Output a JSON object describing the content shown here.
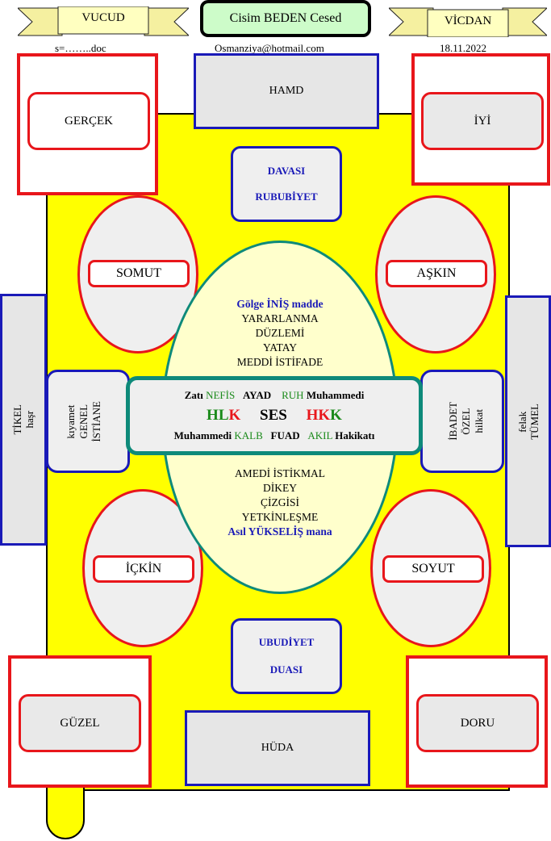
{
  "header": {
    "left_banner": "VUCUD",
    "title": "Cisim BEDEN Cesed",
    "right_banner": "VİCDAN",
    "file_name": "s=……..doc",
    "email": "Osmanziya@hotmail.com",
    "date": "18.11.2022"
  },
  "corners": {
    "top_left": "GERÇEK",
    "top_right": "İYİ",
    "bottom_left": "GÜZEL",
    "bottom_right": "DORU"
  },
  "top_box": "HAMD",
  "bottom_box": "HÜDA",
  "upper_blue": {
    "line1": "DAVASI",
    "line2": "RUBUBİYET"
  },
  "lower_blue": {
    "line1": "UBUDİYET",
    "line2": "DUASI"
  },
  "ellipses": {
    "upper_left": "SOMUT",
    "upper_right": "AŞKIN",
    "lower_left": "İÇKİN",
    "lower_right": "SOYUT"
  },
  "side_left": {
    "line1": "TİKEL",
    "line2": "haşr"
  },
  "side_right": {
    "line1": "felak",
    "line2": "TÜMEL"
  },
  "inner_left": {
    "line1": "kıyamet",
    "line2": "GENEL",
    "line3": "İSTİANE"
  },
  "inner_right": {
    "line1": "İBADET",
    "line2": "ÖZEL",
    "line3": "hilkat"
  },
  "big_ellipse_top": {
    "line1": "Gölge İNİŞ madde",
    "line2": "YARARLANMA",
    "line3": "DÜZLEMİ",
    "line4": "YATAY",
    "line5": "MEDDİ İSTİFADE"
  },
  "big_ellipse_bottom": {
    "line1": "AMEDİ İSTİKMAL",
    "line2": "DİKEY",
    "line3": "ÇİZGİSİ",
    "line4": "YETKİNLEŞME",
    "line5": "Asıl YÜKSELİŞ mana"
  },
  "center_bar": {
    "r1a": "Zatı",
    "r1b": "NEFİS",
    "r1c": "AYAD",
    "r1d": "RUH",
    "r1e": "Muhammedi",
    "r2a_g": "HL",
    "r2a_r": "K",
    "r2b": "SES",
    "r2c_r": "HK",
    "r2c_g": "K",
    "r3a": "Muhammedi",
    "r3b": "KALB",
    "r3c": "FUAD",
    "r3d": "AKIL",
    "r3e": "Hakikatı"
  },
  "colors": {
    "yellow": "#ffff00",
    "red": "#e8161b",
    "blue": "#1a1ab8",
    "teal": "#0e8a7a",
    "green": "#1a8a1a"
  }
}
